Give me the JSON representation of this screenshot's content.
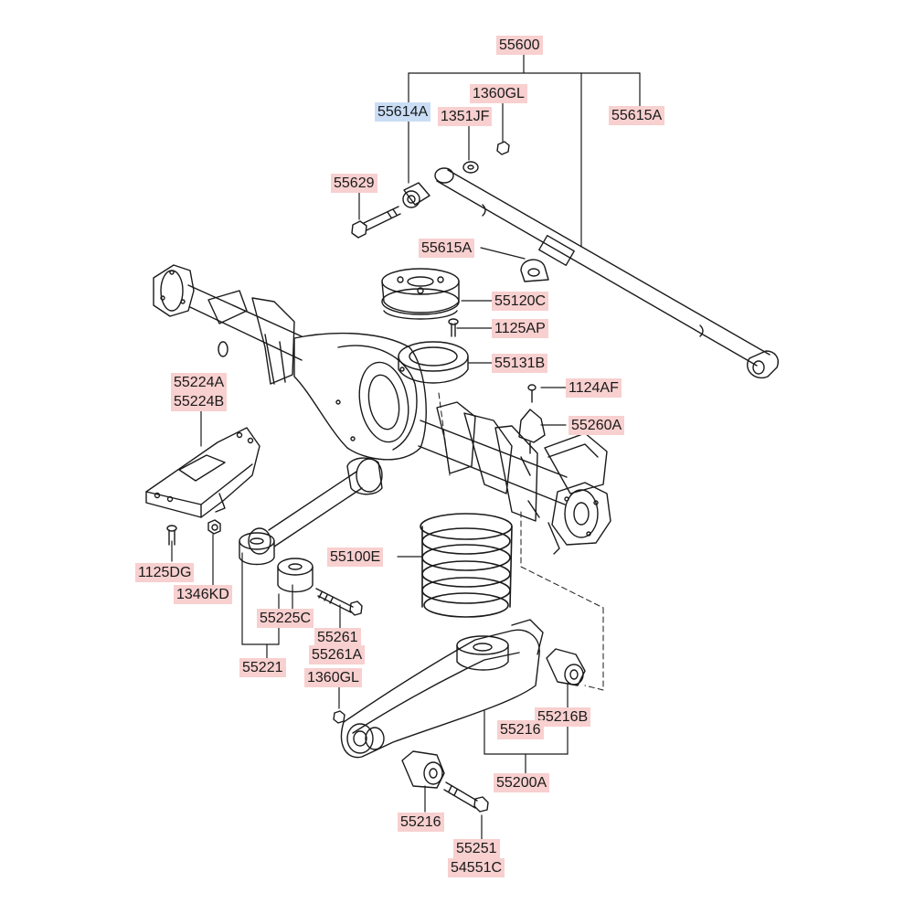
{
  "label_colors": {
    "default": "#f7d0cf",
    "highlighted": "#c9ddf5",
    "line": "#1a1a1a"
  },
  "parts": [
    {
      "id": "55600",
      "codes": [
        "55600"
      ]
    },
    {
      "id": "55614A",
      "codes": [
        "55614A"
      ],
      "highlighted": true
    },
    {
      "id": "1360GL_top",
      "codes": [
        "1360GL"
      ]
    },
    {
      "id": "1351JF",
      "codes": [
        "1351JF"
      ]
    },
    {
      "id": "55615A_top",
      "codes": [
        "55615A"
      ]
    },
    {
      "id": "55629",
      "codes": [
        "55629"
      ]
    },
    {
      "id": "55615A_mid",
      "codes": [
        "55615A"
      ]
    },
    {
      "id": "55120C",
      "codes": [
        "55120C"
      ]
    },
    {
      "id": "1125AP",
      "codes": [
        "1125AP"
      ]
    },
    {
      "id": "55131B",
      "codes": [
        "55131B"
      ]
    },
    {
      "id": "1124AF",
      "codes": [
        "1124AF"
      ]
    },
    {
      "id": "55224",
      "codes": [
        "55224A",
        "55224B"
      ]
    },
    {
      "id": "55260A",
      "codes": [
        "55260A"
      ]
    },
    {
      "id": "55100E",
      "codes": [
        "55100E"
      ]
    },
    {
      "id": "1125DG",
      "codes": [
        "1125DG"
      ]
    },
    {
      "id": "1346KD",
      "codes": [
        "1346KD"
      ]
    },
    {
      "id": "55225C",
      "codes": [
        "55225C"
      ]
    },
    {
      "id": "55261",
      "codes": [
        "55261",
        "55261A"
      ]
    },
    {
      "id": "55221",
      "codes": [
        "55221"
      ]
    },
    {
      "id": "1360GL_low",
      "codes": [
        "1360GL"
      ]
    },
    {
      "id": "55216B",
      "codes": [
        "55216B"
      ]
    },
    {
      "id": "55216_mid",
      "codes": [
        "55216"
      ]
    },
    {
      "id": "55200A",
      "codes": [
        "55200A"
      ]
    },
    {
      "id": "55216_low",
      "codes": [
        "55216"
      ]
    },
    {
      "id": "55251",
      "codes": [
        "55251",
        "54551C"
      ]
    }
  ]
}
